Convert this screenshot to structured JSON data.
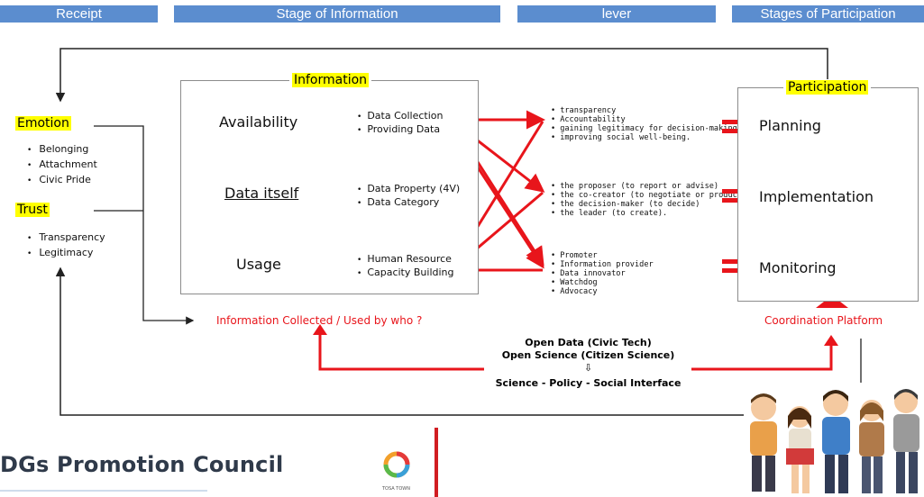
{
  "headers": [
    "Receipt",
    "Stage of Information",
    "lever",
    "Stages of Participation"
  ],
  "information": {
    "title": "Information",
    "stages": [
      "Availability",
      "Data itself",
      "Usage"
    ],
    "availability_items": [
      "Data Collection",
      "Providing Data"
    ],
    "data_items": [
      "Data Property (4V)",
      "Data Category"
    ],
    "usage_items": [
      "Human Resource",
      "Capacity Building"
    ]
  },
  "lever": {
    "group1": [
      "transparency",
      "Accountability",
      "gaining legitimacy for decision-making",
      "improving social well-being."
    ],
    "group2": [
      "the proposer (to report or advise)",
      "the co-creator (to negotiate or produce)",
      "the decision-maker (to decide)",
      "the leader (to create)."
    ],
    "group3": [
      "Promoter",
      "Information provider",
      "Data innovator",
      "Watchdog",
      "Advocacy"
    ]
  },
  "participation": {
    "title": "Participation",
    "stages": [
      "Planning",
      "Implementation",
      "Monitoring"
    ]
  },
  "receipt": {
    "emotion_title": "Emotion",
    "emotion_items": [
      "Belonging",
      "Attachment",
      "Civic Pride"
    ],
    "trust_title": "Trust",
    "trust_items": [
      "Transparency",
      "Legitimacy"
    ]
  },
  "bottom": {
    "info_collected": "Information Collected / Used by who ?",
    "coordination": "Coordination Platform",
    "line1": "Open Data (Civic Tech)",
    "line2": "Open Science (Citizen Science)",
    "arrow": "⇩",
    "line3": "Science - Policy - Social Interface"
  },
  "footer": {
    "council": "DGs Promotion Council",
    "town": "TOSA TOWN"
  },
  "colors": {
    "header_bg": "#5b8dcf",
    "accent_red": "#e8151b",
    "highlight": "#ffff00"
  }
}
